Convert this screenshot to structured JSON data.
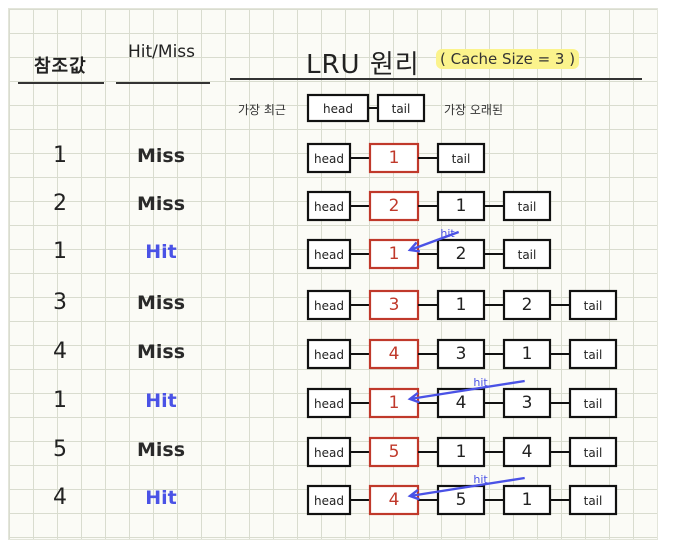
{
  "header": {
    "ref_label": "참조값",
    "hitmiss_label": "Hit/Miss",
    "title": "LRU 원리",
    "cache_note": "( Cache Size = 3 )"
  },
  "legend": {
    "recent": "가장 최근",
    "oldest": "가장 오래된",
    "head": "head",
    "tail": "tail"
  },
  "colors": {
    "hit": "#4a52e6",
    "current": "#c0392b",
    "highlight": "#fbf38c"
  },
  "rows": [
    {
      "ref": "1",
      "result": "Miss",
      "list": [
        "1"
      ],
      "hit_from": null
    },
    {
      "ref": "2",
      "result": "Miss",
      "list": [
        "2",
        "1"
      ],
      "hit_from": null
    },
    {
      "ref": "1",
      "result": "Hit",
      "list": [
        "1",
        "2"
      ],
      "hit_from": 1
    },
    {
      "ref": "3",
      "result": "Miss",
      "list": [
        "3",
        "1",
        "2"
      ],
      "hit_from": null
    },
    {
      "ref": "4",
      "result": "Miss",
      "list": [
        "4",
        "3",
        "1"
      ],
      "hit_from": null
    },
    {
      "ref": "1",
      "result": "Hit",
      "list": [
        "1",
        "4",
        "3"
      ],
      "hit_from": 2
    },
    {
      "ref": "5",
      "result": "Miss",
      "list": [
        "5",
        "1",
        "4"
      ],
      "hit_from": null
    },
    {
      "ref": "4",
      "result": "Hit",
      "list": [
        "4",
        "5",
        "1"
      ],
      "hit_from": 2
    }
  ],
  "hit_label": "hit"
}
